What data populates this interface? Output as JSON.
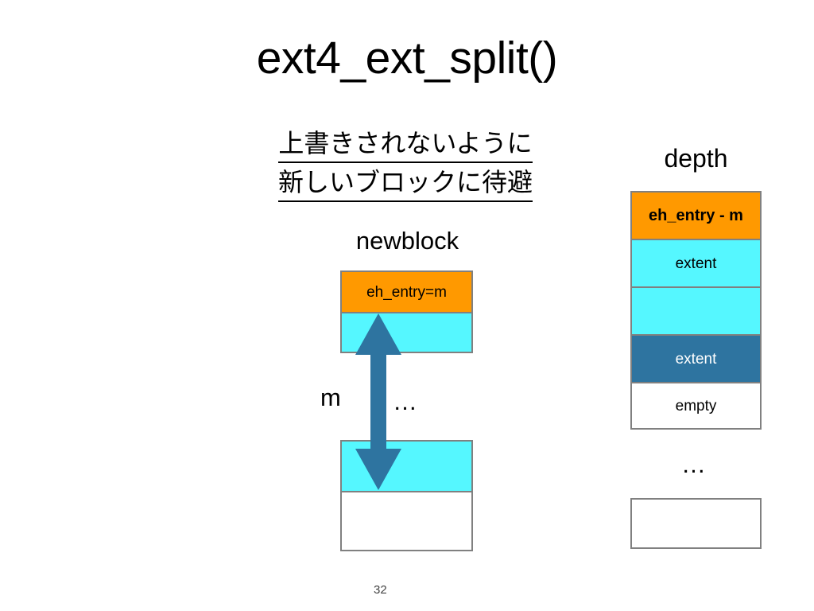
{
  "slide": {
    "title": "ext4_ext_split()",
    "page_number": "32",
    "annotation": {
      "line1": "上書きされないように",
      "line2": "新しいブロックに待避"
    }
  },
  "colors": {
    "orange": "#FF9900",
    "cyan": "#55F7FF",
    "steel_blue": "#2E74A0",
    "border_gray": "#808080",
    "white": "#FFFFFF"
  },
  "left_diagram": {
    "label": "newblock",
    "size_label": "m",
    "ellipsis": "…",
    "upper_cells": [
      {
        "text": "eh_entry=m",
        "fill": "orange",
        "bold": false
      },
      {
        "text": "",
        "fill": "cyan",
        "bold": false
      }
    ],
    "lower_cells": [
      {
        "text": "",
        "fill": "cyan",
        "bold": false
      },
      {
        "text": "",
        "fill": "white",
        "bold": false
      }
    ],
    "arrow": {
      "name": "double-headed-arrow",
      "direction": "up-down",
      "color": "#2E74A0"
    }
  },
  "right_diagram": {
    "label": "depth",
    "ellipsis": "…",
    "cells": [
      {
        "text": "eh_entry - m",
        "fill": "orange",
        "bold": true
      },
      {
        "text": "extent",
        "fill": "cyan",
        "bold": false
      },
      {
        "text": "",
        "fill": "cyan",
        "bold": false
      },
      {
        "text": "extent",
        "fill": "steel",
        "bold": false
      },
      {
        "text": "empty",
        "fill": "white",
        "bold": false
      }
    ],
    "bottom_cells": [
      {
        "text": "",
        "fill": "white",
        "bold": false
      }
    ]
  }
}
